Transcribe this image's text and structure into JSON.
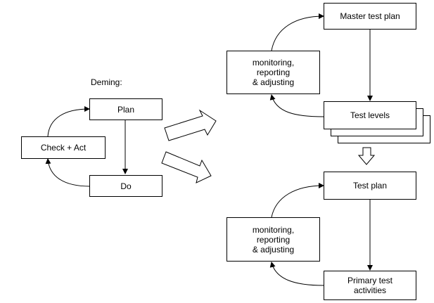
{
  "deming": {
    "label": "Deming:",
    "plan": "Plan",
    "do": "Do",
    "check_act": "Check + Act"
  },
  "upper": {
    "master_test_plan": "Master test plan",
    "monitoring": "monitoring,\nreporting\n& adjusting",
    "test_levels": "Test levels"
  },
  "lower": {
    "test_plan": "Test plan",
    "monitoring": "monitoring,\nreporting\n& adjusting",
    "primary_test_activities": "Primary test\nactivities"
  }
}
